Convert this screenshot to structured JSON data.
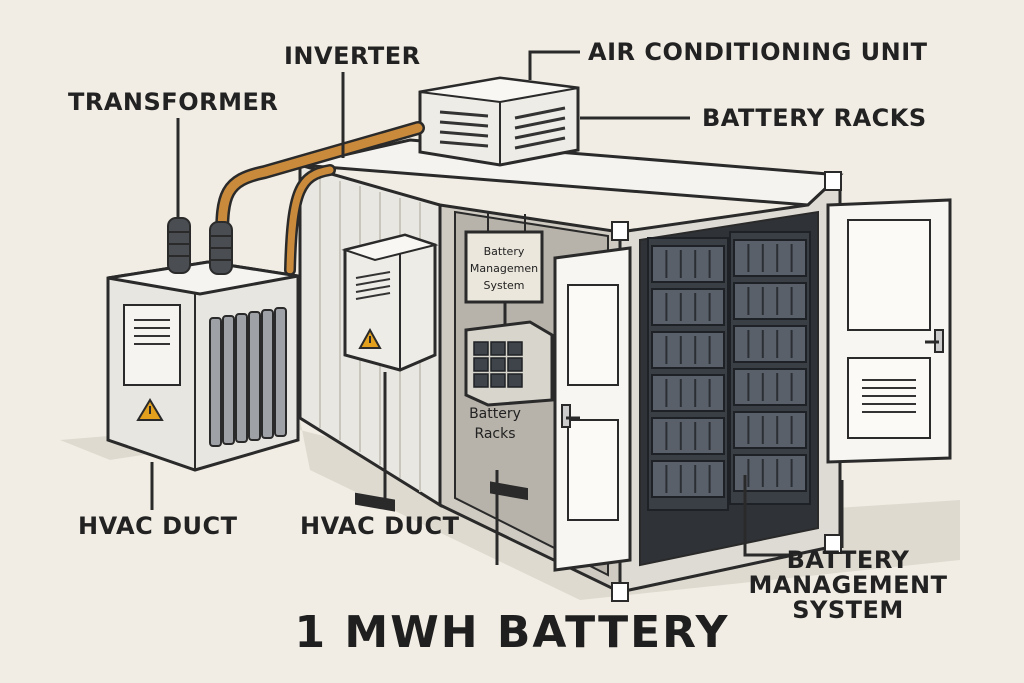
{
  "title": "1 MWH BATTERY",
  "callouts": {
    "inverter": "INVERTER",
    "air_conditioning": "AIR CONDITIONING UNIT",
    "transformer": "TRANSFORMER",
    "battery_racks": "BATTERY RACKS",
    "hvac_duct_left": "HVAC DUCT",
    "hvac_duct_center": "HVAC DUCT",
    "bms_line1": "BATTERY",
    "bms_line2": "MANAGEMENT",
    "bms_line3": "SYSTEM"
  },
  "inner_labels": {
    "bms_box": [
      "Battery",
      "Managemen",
      "System"
    ],
    "racks_box": [
      "Battery",
      "Racks"
    ]
  },
  "colors": {
    "background": "#f1ede4",
    "outline": "#2a2a2a",
    "container": "#ebe9e3",
    "cable": "#c98a3c",
    "warning": "#e3a01c",
    "rack": "#444a52"
  },
  "icons": [
    "warning-icon",
    "door-handle-icon"
  ]
}
